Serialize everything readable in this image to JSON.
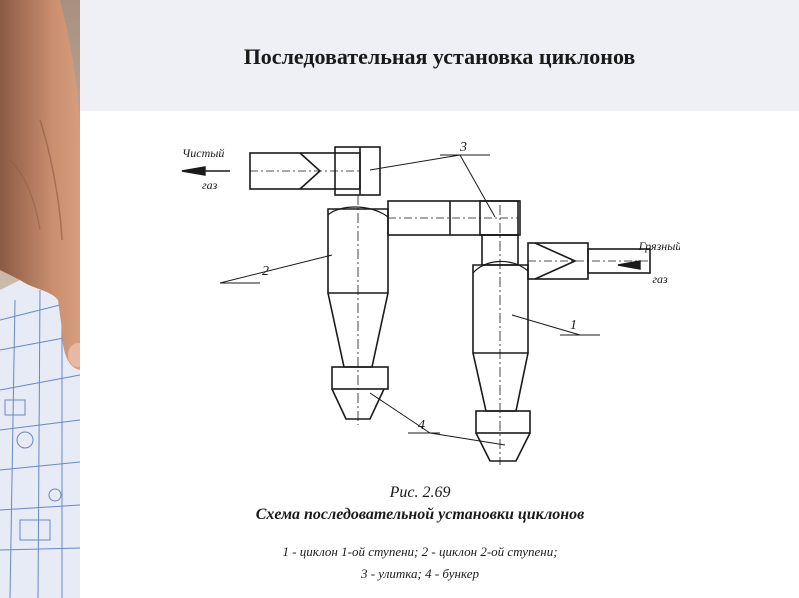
{
  "slide": {
    "title": "Последовательная установка циклонов"
  },
  "diagram": {
    "clean_gas_label_1": "Чистый",
    "clean_gas_label_2": "газ",
    "dirty_gas_label_1": "Грязный",
    "dirty_gas_label_2": "газ",
    "callout_1": "1",
    "callout_2": "2",
    "callout_3": "3",
    "callout_4": "4"
  },
  "caption": {
    "figure_number": "Рис. 2.69",
    "figure_title": "Схема последовательной установки циклонов",
    "legend_line_1": "1 - циклон 1-ой ступени; 2 - циклон 2-ой ступени;",
    "legend_line_2": "3 - улитка; 4 - бункер"
  },
  "colors": {
    "title_band": "#eef0f6",
    "ink": "#1a1a1a",
    "skin": "#c98e6e",
    "blueprint": "#4a6fb5"
  }
}
